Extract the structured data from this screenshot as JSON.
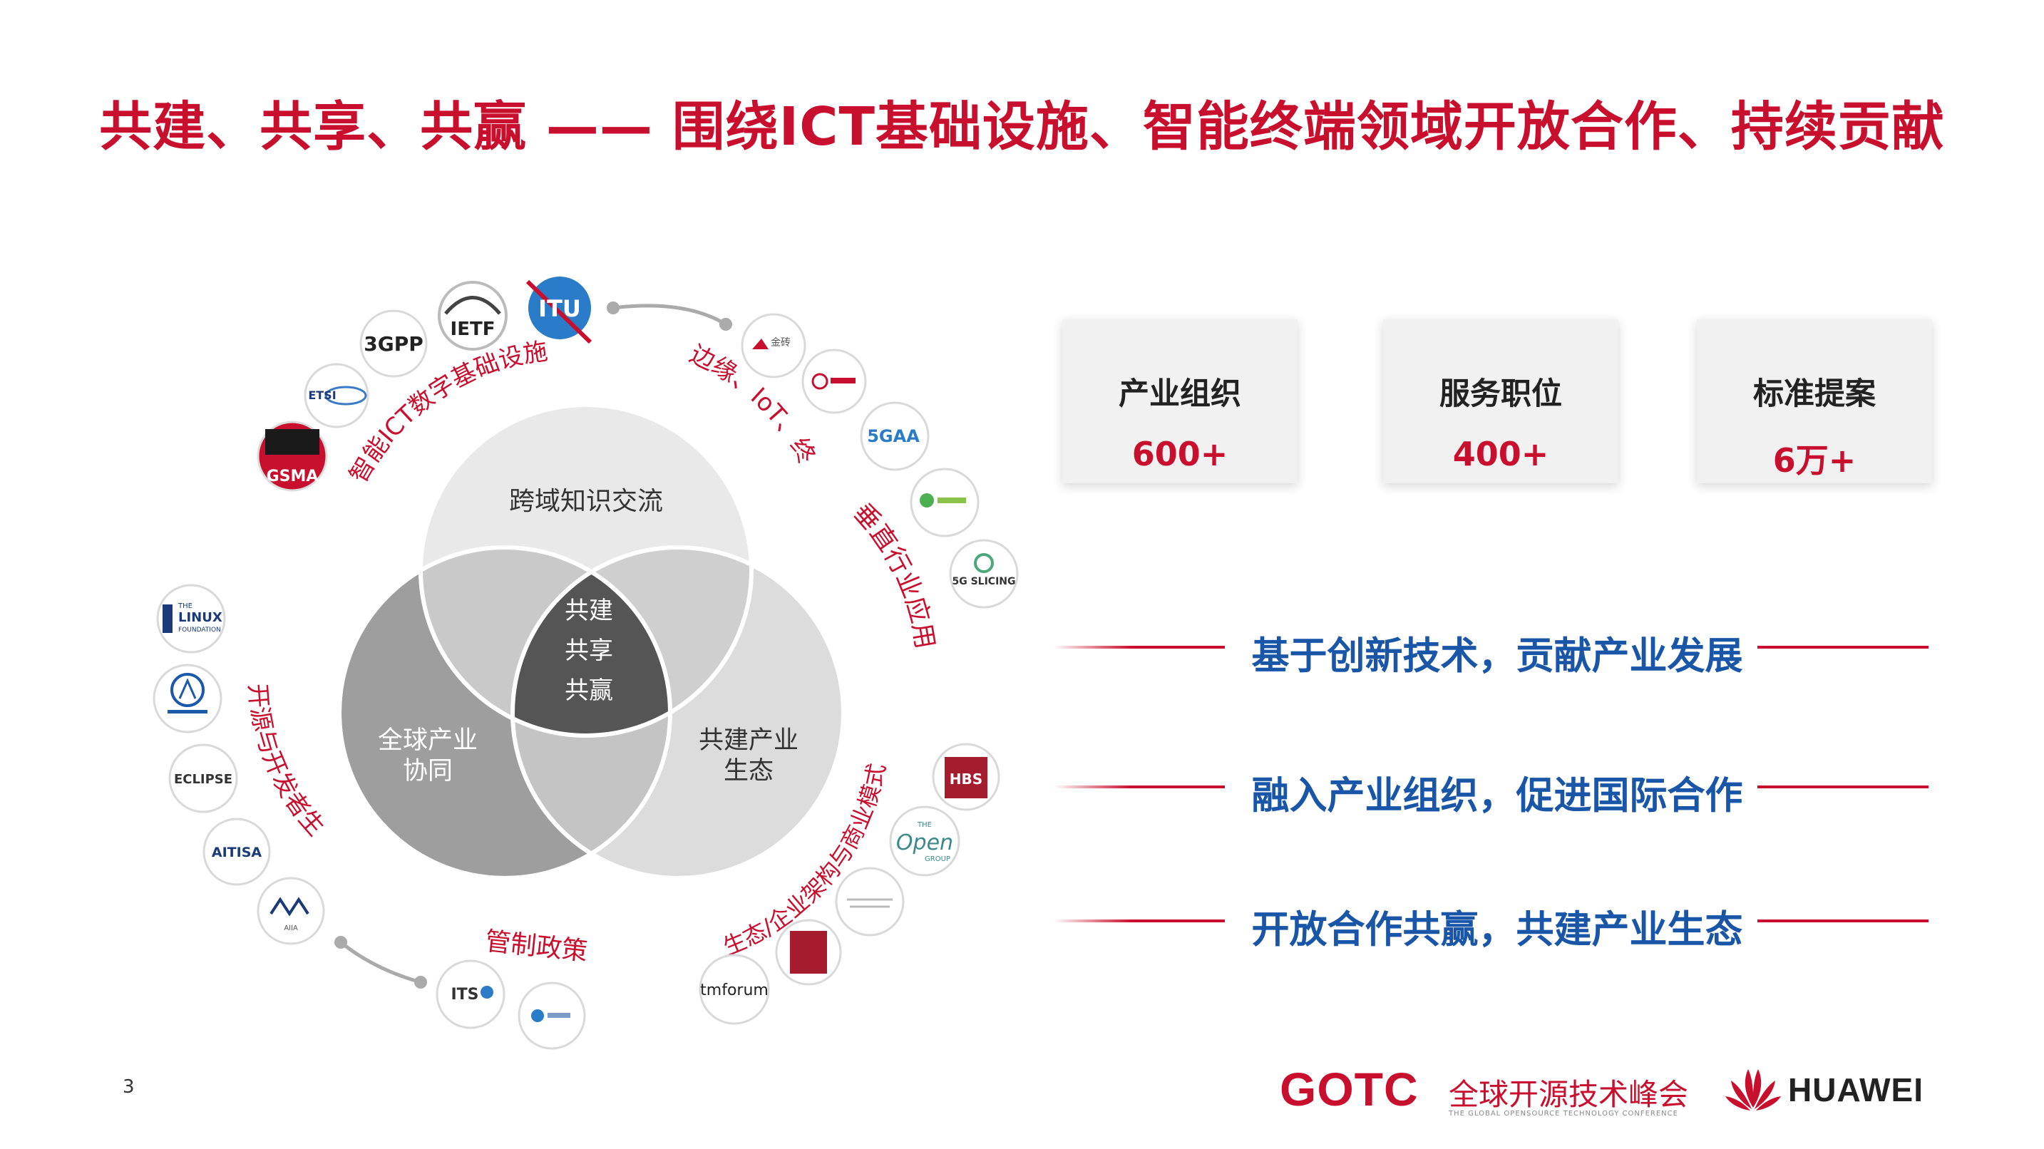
{
  "page_title": "共建、共享、共赢 —— 围绕ICT基础设施、智能终端领域开放合作、持续贡献",
  "venn": {
    "top": "跨域知识交流",
    "left_l1": "全球产业",
    "left_l2": "协同",
    "right_l1": "共建产业",
    "right_l2": "生态",
    "center_l1": "共建",
    "center_l2": "共享",
    "center_l3": "共赢",
    "colors": {
      "top": "#e9e9e9",
      "left": "#9e9e9e",
      "right": "#dcdcdc",
      "center": "#555555"
    }
  },
  "arc_labels": {
    "infra": "智能ICT数字基础设施",
    "edge": "边缘、IoT、终端",
    "vertical": "垂直行业应用",
    "opensource": "开源与开发者生态",
    "eco": "生态/企业架构与商业模式",
    "policy": "管制政策"
  },
  "logos": {
    "gsma": "GSMA",
    "etsi": "ETSI",
    "threegpp": "3GPP",
    "ietf": "IETF",
    "itu": "ITU",
    "jinji": "金砖",
    "fivegaa": "5GAA",
    "fivegslicing": "5G SLICING",
    "linux_l1": "THE",
    "linux_l2": "LINUX",
    "linux_l3": "FOUNDATION",
    "eclipse": "ECLIPSE",
    "aitisa": "AITISA",
    "aiia": "AIIA",
    "its": "ITS",
    "hbs": "HBS",
    "opengroup_l1": "THE",
    "opengroup_l2": "Open",
    "opengroup_l3": "GROUP",
    "tmforum": "tmforum"
  },
  "stats": [
    {
      "label": "产业组织",
      "value": "600+"
    },
    {
      "label": "服务职位",
      "value": "400+"
    },
    {
      "label": "标准提案",
      "value": "6万+"
    }
  ],
  "slogans": [
    "基于创新技术，贡献产业发展",
    "融入产业组织，促进国际合作",
    "开放合作共赢，共建产业生态"
  ],
  "page_number": "3",
  "footer": {
    "gotc": "GOTC",
    "conference_cn": "全球开源技术峰会",
    "conference_en": "THE GLOBAL OPENSOURCE TECHNOLOGY CONFERENCE",
    "huawei": "HUAWEI"
  },
  "accent_color": "#c8102e",
  "slogan_color": "#1a56a8"
}
